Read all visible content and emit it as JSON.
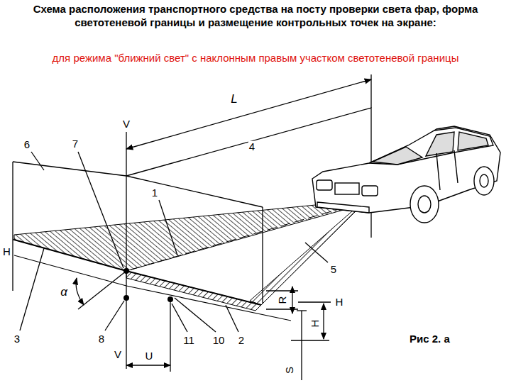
{
  "diagram": {
    "title": "Схема расположения транспортного средства на посту проверки света фар, форма светотеневой границы и размещение контрольных точек на экране:",
    "caption": "Рис 2. а",
    "labels": [
      "для режима \"ближний свет\" с наклонным правым участком светотеневой границы",
      "L",
      "4",
      "6",
      "7",
      "V",
      "1",
      "H",
      "5",
      "α",
      "3",
      "8",
      "V",
      "U",
      "11",
      "10",
      "2",
      "R",
      "H",
      "H",
      "S"
    ]
  }
}
